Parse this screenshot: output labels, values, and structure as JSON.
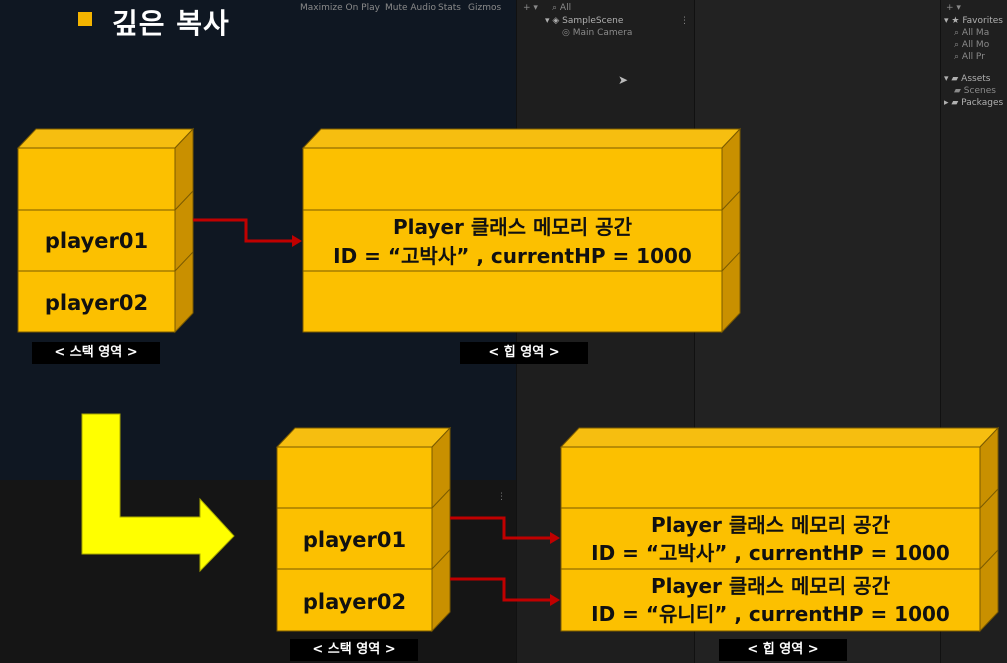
{
  "unity": {
    "toolbar": [
      "Maximize On Play",
      "Mute Audio",
      "Stats",
      "Gizmos"
    ],
    "hierarchy": {
      "search": "All",
      "scene": "SampleScene",
      "items": [
        "Main Camera"
      ]
    },
    "project": {
      "favorites": "Favorites",
      "fav_items": [
        "All Ma",
        "All Mo",
        "All Pr"
      ],
      "assets": "Assets",
      "asset_items": [
        "Scenes"
      ],
      "packages": "Packages"
    }
  },
  "slide": {
    "title": "깊은 복사",
    "top": {
      "stack_rows": [
        "player01",
        "player02"
      ],
      "stack_caption": "< 스택 영역 >",
      "heap_line1": "Player 클래스 메모리 공간",
      "heap_line2": "ID = “고박사” ,  currentHP = 1000",
      "heap_caption": "< 힙 영역 >"
    },
    "bottom": {
      "stack_rows": [
        "player01",
        "player02"
      ],
      "stack_caption": "< 스택 영역 >",
      "heap1_line1": "Player 클래스 메모리 공간",
      "heap1_line2": "ID = “고박사” ,  currentHP = 1000",
      "heap2_line1": "Player 클래스 메모리 공간",
      "heap2_line2": "ID = “유니티” ,  currentHP = 1000",
      "heap_caption": "< 힙 영역 >"
    }
  },
  "colors": {
    "block_front": "#fcc000",
    "block_top": "#f6be10",
    "block_side": "#c99000",
    "arrow_red": "#c00000",
    "big_arrow": "#ffff00"
  }
}
